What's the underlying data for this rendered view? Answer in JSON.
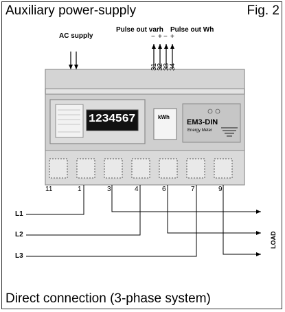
{
  "header": {
    "title": "Auxiliary power-supply",
    "figure": "Fig. 2"
  },
  "top_labels": {
    "ac_supply": "AC supply",
    "pulse_varh": "Pulse out varh",
    "pulse_wh": "Pulse out Wh",
    "pulse_terminals": [
      "31",
      "32",
      "33",
      "34"
    ],
    "polarity": [
      "−",
      "+",
      "−",
      "+"
    ]
  },
  "meter": {
    "display_value": "1234567",
    "unit_panel": "kWh",
    "model": "EM3-DIN",
    "subtitle": "Energy Meter"
  },
  "terminals": [
    "11",
    "1",
    "3",
    "4",
    "6",
    "7",
    "9"
  ],
  "lines": [
    "L1",
    "L2",
    "L3"
  ],
  "load_label": "LOAD",
  "caption": "Direct connection (3-phase system)"
}
